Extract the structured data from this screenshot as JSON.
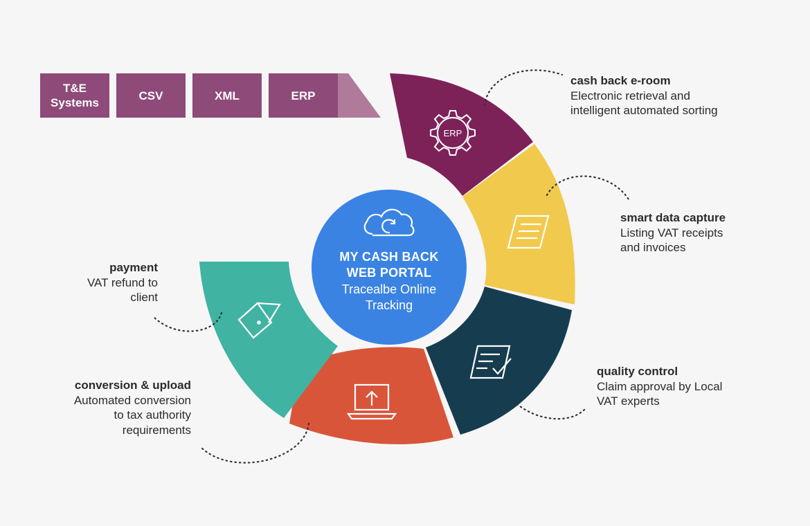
{
  "sources": [
    {
      "label": "T&E\nSystems"
    },
    {
      "label": "CSV"
    },
    {
      "label": "XML"
    },
    {
      "label": "ERP"
    }
  ],
  "center": {
    "title": "MY CASH BACK\nWEB PORTAL",
    "subtitle": "Tracealbe Online\nTracking"
  },
  "steps": [
    {
      "title": "cash back e-room",
      "desc": "Electronic retrieval and\nintelligent automated sorting",
      "color": "#7d2159",
      "icon": "erp-gear-icon",
      "icon_text": "ERP"
    },
    {
      "title": "smart data capture",
      "desc": "Listing VAT receipts\nand invoices",
      "color": "#f1c94c",
      "icon": "document-icon"
    },
    {
      "title": "quality control",
      "desc": "Claim approval by Local\nVAT experts",
      "color": "#163c4f",
      "icon": "checklist-icon"
    },
    {
      "title": "conversion & upload",
      "desc": "Automated conversion\nto tax authority\nrequirements",
      "color": "#d9553a",
      "icon": "laptop-upload-icon"
    },
    {
      "title": "payment",
      "desc": "VAT refund to\nclient",
      "color": "#40b3a3",
      "icon": "wallet-icon"
    }
  ],
  "colors": {
    "source_box": "#8e4a78",
    "source_arrow": "#b07a9a",
    "center_circle": "#3a83e3",
    "background": "#f6f6f6"
  }
}
